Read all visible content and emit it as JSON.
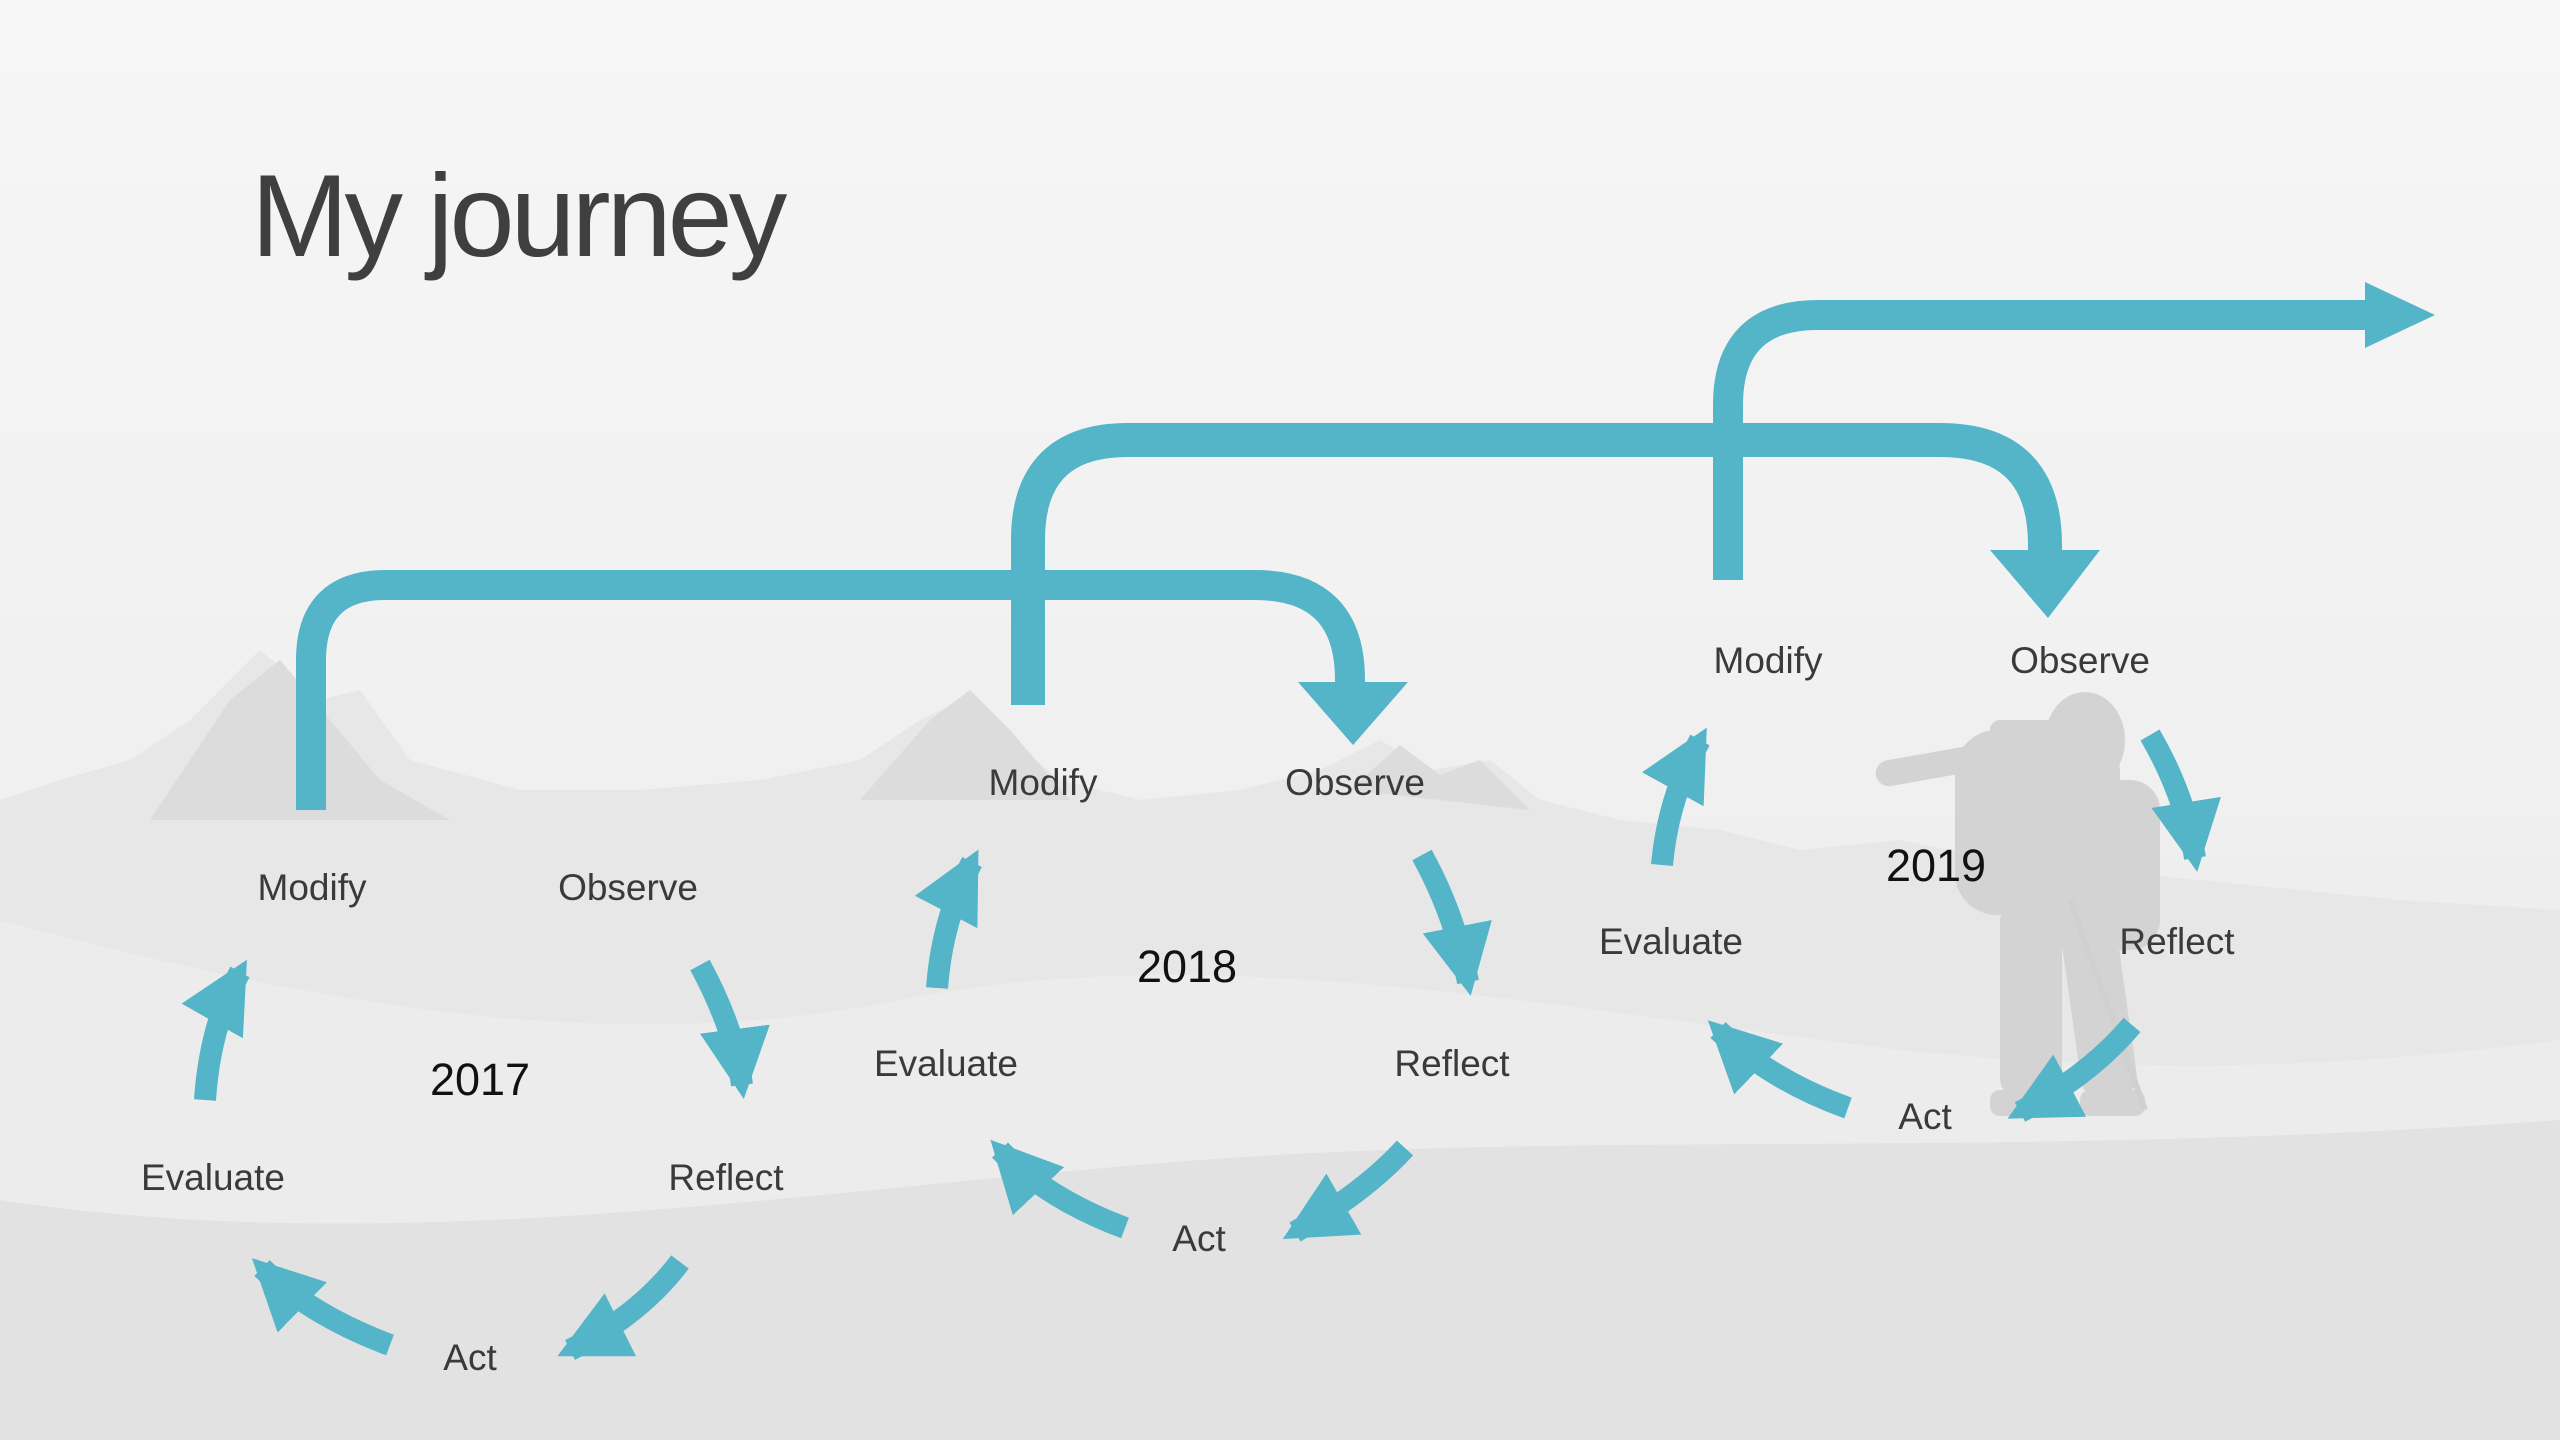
{
  "slide": {
    "title": "My journey",
    "accent_color": "#54b4c8"
  },
  "cycles": [
    {
      "year": "2017",
      "steps": {
        "modify": "Modify",
        "observe": "Observe",
        "reflect": "Reflect",
        "act": "Act",
        "evaluate": "Evaluate"
      }
    },
    {
      "year": "2018",
      "steps": {
        "modify": "Modify",
        "observe": "Observe",
        "reflect": "Reflect",
        "act": "Act",
        "evaluate": "Evaluate"
      }
    },
    {
      "year": "2019",
      "steps": {
        "modify": "Modify",
        "observe": "Observe",
        "reflect": "Reflect",
        "act": "Act",
        "evaluate": "Evaluate"
      }
    }
  ]
}
